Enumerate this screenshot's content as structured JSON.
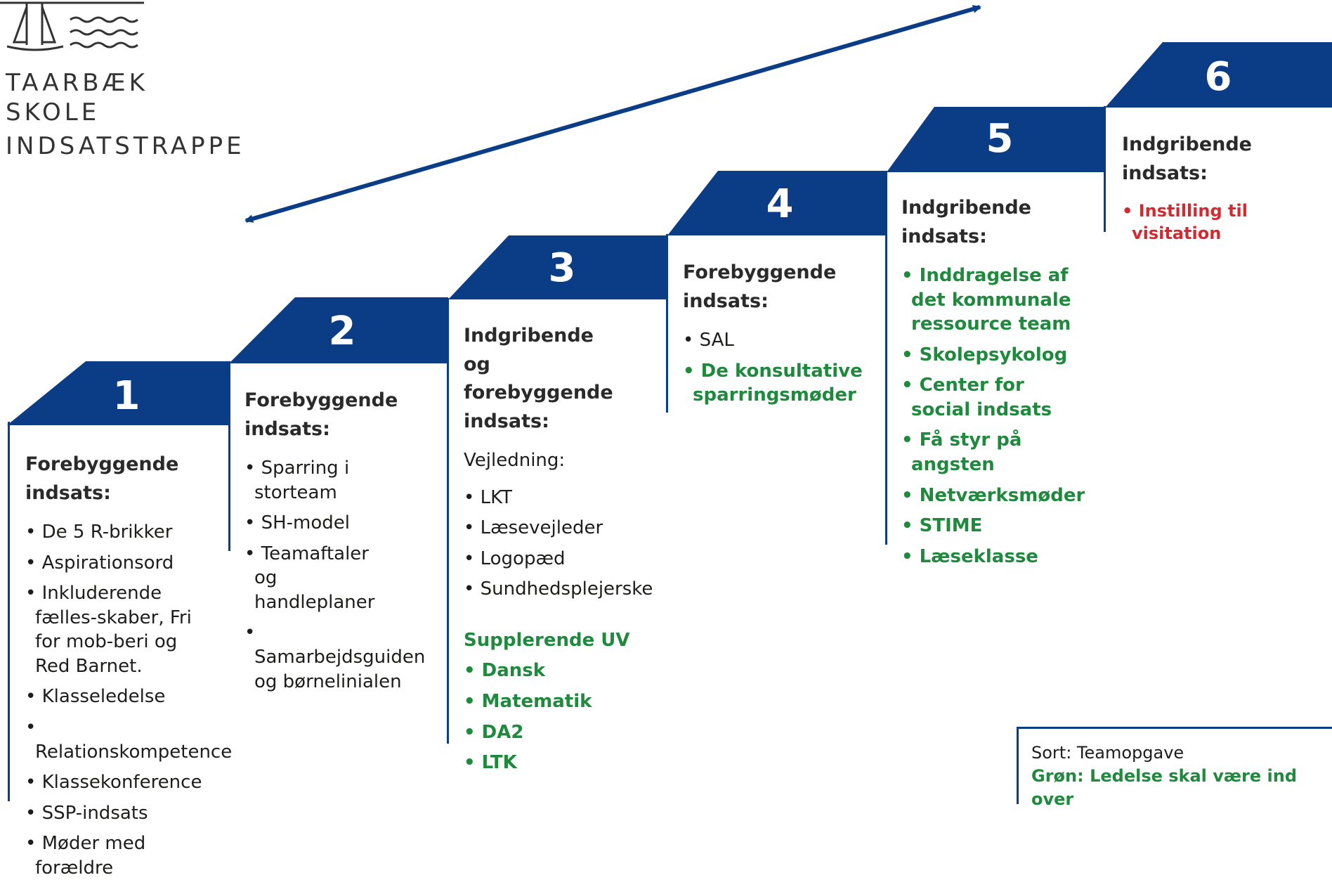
{
  "school": {
    "line1": "TAARBÆK",
    "line2": "SKOLE",
    "line3": "INDSATSTRAPPE"
  },
  "colors": {
    "navy": "#0b3d86",
    "green": "#1f8a3d",
    "red": "#d42a2f"
  },
  "steps": [
    {
      "number": "1",
      "heading": "Forebyggende indsats:",
      "items": [
        "De 5 R-brikker",
        "Aspirationsord",
        "Inkluderende fælles-skaber, Fri for mob-beri og Red Barnet.",
        "Klasseledelse",
        "Relationskompetence",
        "Klassekonference",
        "SSP-indsats",
        "Møder med forældre"
      ]
    },
    {
      "number": "2",
      "heading": "Forebyggende indsats:",
      "items": [
        "Sparring i storteam",
        "SH-model",
        "Teamaftaler og handleplaner",
        "Samarbejdsguiden og børnelinialen"
      ]
    },
    {
      "number": "3",
      "heading": "Indgribende og forebyggende indsats:",
      "intro": "Vejledning:",
      "items": [
        "LKT",
        "Læsevejleder",
        "Logopæd",
        "Sundhedsplejerske"
      ],
      "subheading": "Supplerende UV",
      "sub_items": [
        "Dansk",
        "Matematik",
        "DA2",
        "LTK"
      ]
    },
    {
      "number": "4",
      "heading": "Forebyggende indsats:",
      "items": [
        "SAL"
      ],
      "green_items": [
        "De konsultative sparringsmøder"
      ]
    },
    {
      "number": "5",
      "heading": "Indgribende indsats:",
      "green_items": [
        "Inddragelse af det kommunale ressource team",
        "Skolepsykolog",
        "Center for social indsats",
        "Få styr på angsten",
        "Netværksmøder",
        "STIME",
        "Læseklasse"
      ]
    },
    {
      "number": "6",
      "heading": "Indgribende indsats:",
      "red_items": [
        "Instilling til visitation"
      ]
    }
  ],
  "legend": {
    "black": "Sort: Teamopgave",
    "green": "Grøn: Ledelse skal være ind over"
  }
}
